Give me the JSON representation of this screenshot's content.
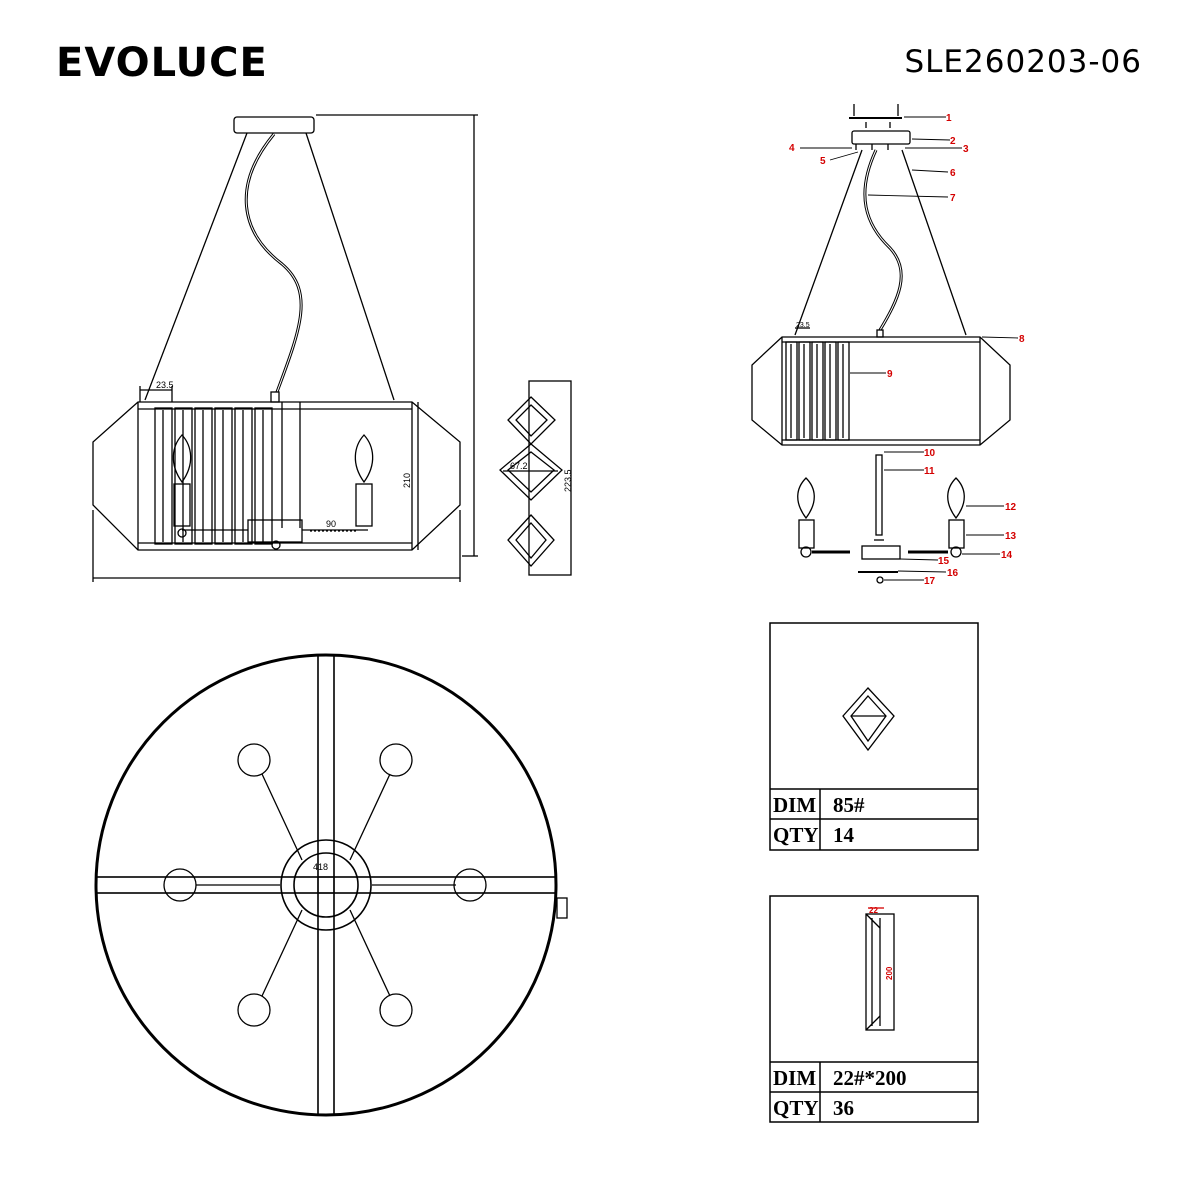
{
  "header": {
    "brand": "EVOLUCE",
    "model": "SLE260203-06"
  },
  "side_view": {
    "dims": {
      "crystal_width": "23.5",
      "height": "210",
      "arm": "90",
      "total": ""
    }
  },
  "crystal_strip": {
    "dims": {
      "width": "67.2",
      "height": "223.5"
    }
  },
  "exploded": {
    "top_dim": "23.5",
    "parts": [
      "1",
      "2",
      "3",
      "4",
      "5",
      "6",
      "7",
      "8",
      "9",
      "10",
      "11",
      "12",
      "13",
      "14",
      "15",
      "16",
      "17"
    ]
  },
  "top_view": {
    "center_dim": "418",
    "side_dim": ""
  },
  "parts_table_1": {
    "dim_label": "DIM",
    "dim_value": "85#",
    "qty_label": "QTY",
    "qty_value": "14"
  },
  "parts_table_2": {
    "dim_label": "DIM",
    "dim_value": "22#*200",
    "qty_label": "QTY",
    "qty_value": "36",
    "dim_w": "22",
    "dim_h": "200"
  },
  "colors": {
    "line": "#000000",
    "callout": "#d40000"
  }
}
